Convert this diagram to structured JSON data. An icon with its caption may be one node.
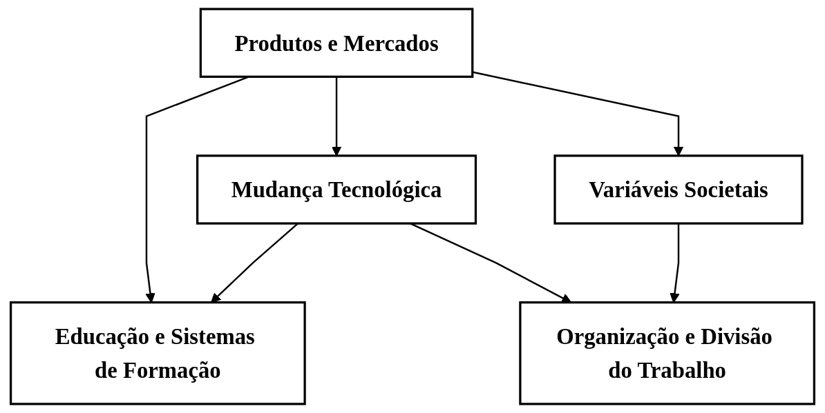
{
  "diagram": {
    "nodes": [
      {
        "text": [
          "Educação e Sistemas de Formação"
        ]
      },
      {
        "text": [
          "Mudança Tecnológica"
        ]
      },
      {
        "text": [
          "Organização e Divisão do Trabalho"
        ]
      },
      {
        "text": [
          "Produtos e Mercados"
        ]
      },
      {
        "text": [
          "Variáveis Societais"
        ]
      }
    ],
    "edges": [
      {
        "from": 1,
        "to": 0,
        "arrow": "to"
      },
      {
        "from": 1,
        "to": 2,
        "arrow": "to"
      },
      {
        "from": 4,
        "to": 2,
        "arrow": "to"
      },
      {
        "from": 3,
        "to": 0,
        "arrow": "to"
      },
      {
        "from": 3,
        "to": 1,
        "arrow": "to"
      },
      {
        "from": 3,
        "to": 4,
        "arrow": "to"
      }
    ]
  }
}
